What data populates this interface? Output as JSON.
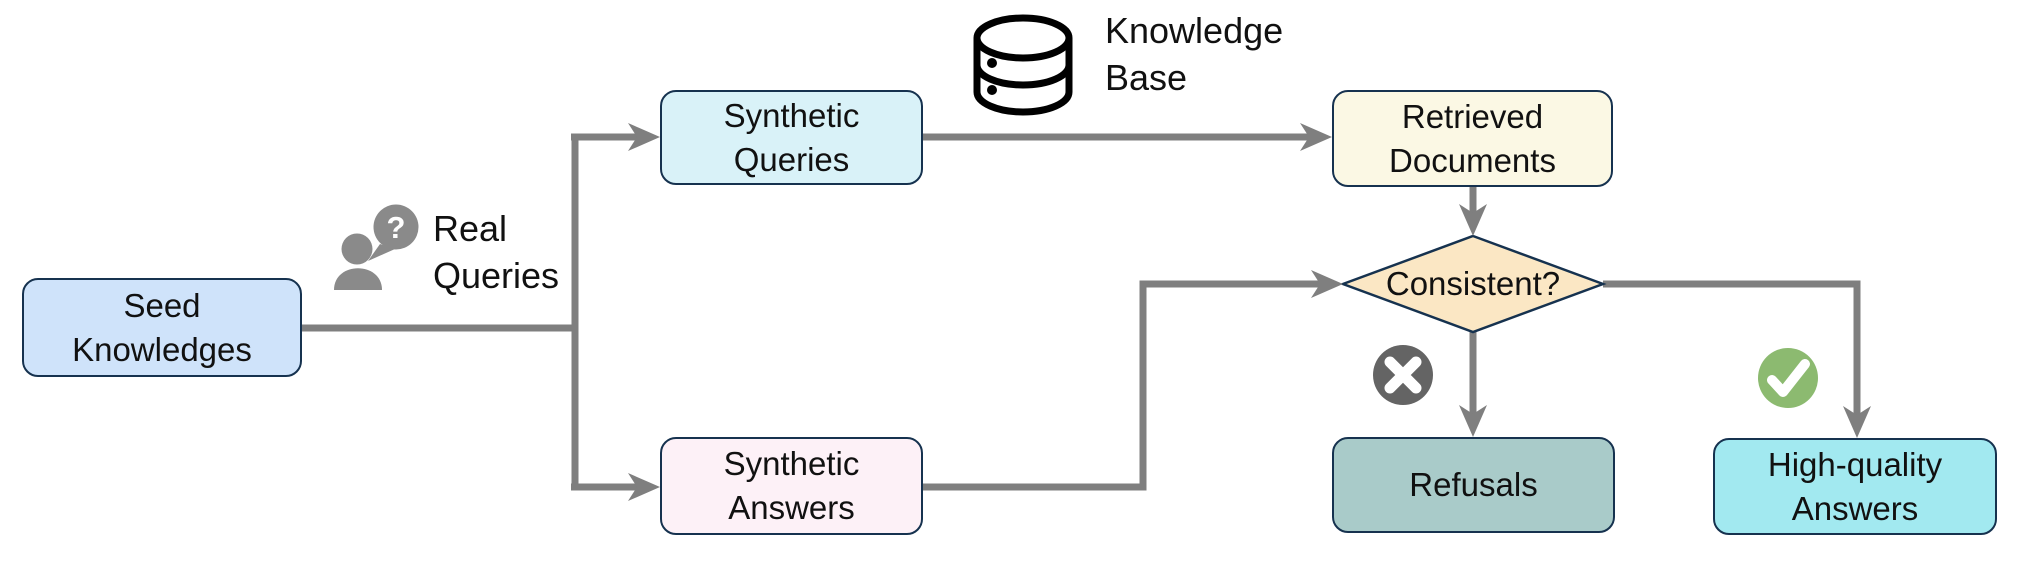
{
  "diagram": {
    "nodes": {
      "seed_knowledges": {
        "label": "Seed\nKnowledges",
        "fill": "#cfe3fa"
      },
      "synthetic_queries": {
        "label": "Synthetic\nQueries",
        "fill": "#d9f2f8"
      },
      "retrieved_documents": {
        "label": "Retrieved\nDocuments",
        "fill": "#fbf8e4"
      },
      "consistent": {
        "label": "Consistent?",
        "fill": "#fbe7c4"
      },
      "synthetic_answers": {
        "label": "Synthetic\nAnswers",
        "fill": "#fdf1f7"
      },
      "refusals": {
        "label": "Refusals",
        "fill": "#a9cbc9"
      },
      "high_quality_answers": {
        "label": "High-quality\nAnswers",
        "fill": "#a2e9f0"
      }
    },
    "annotations": {
      "real_queries": {
        "label": "Real\nQueries"
      },
      "knowledge_base": {
        "label": "Knowledge\nBase"
      },
      "question_mark": "?"
    },
    "icons": {
      "person_query_icon": "person-with-question-bubble",
      "database_icon": "database-cylinder",
      "cross_icon": "cross-in-circle",
      "check_icon": "check-in-circle"
    },
    "colors": {
      "arrow": "#7f7f7f",
      "node_border": "#16324f",
      "cross_circle": "#646464",
      "check_circle": "#8cba70",
      "person_icon": "#8a8a8a",
      "database_icon": "#000000",
      "text": "#111111"
    }
  }
}
